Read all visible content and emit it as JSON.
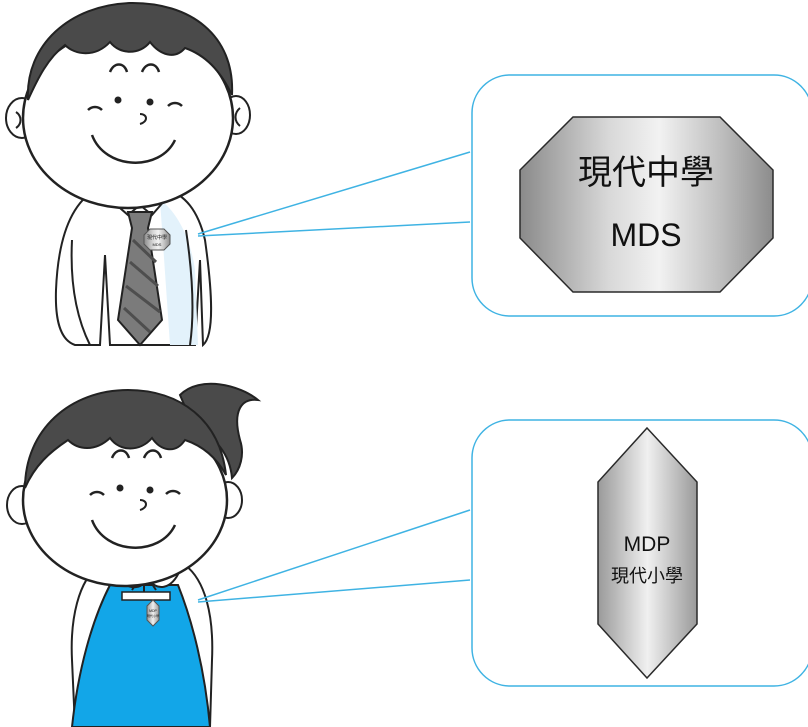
{
  "boy_badge": {
    "line1": "現代中學",
    "line2": "MDS",
    "mini_line1": "現代中學",
    "mini_line2": "MDS"
  },
  "girl_badge": {
    "line1": "MDP",
    "line2": "現代小學",
    "mini_line1": "MDP",
    "mini_line2": "現代小學"
  },
  "colors": {
    "callout_border": "#3fb3e3",
    "girl_pinafore": "#12a6e8",
    "tie_fill": "#7b7b7b",
    "outline": "#222222"
  }
}
